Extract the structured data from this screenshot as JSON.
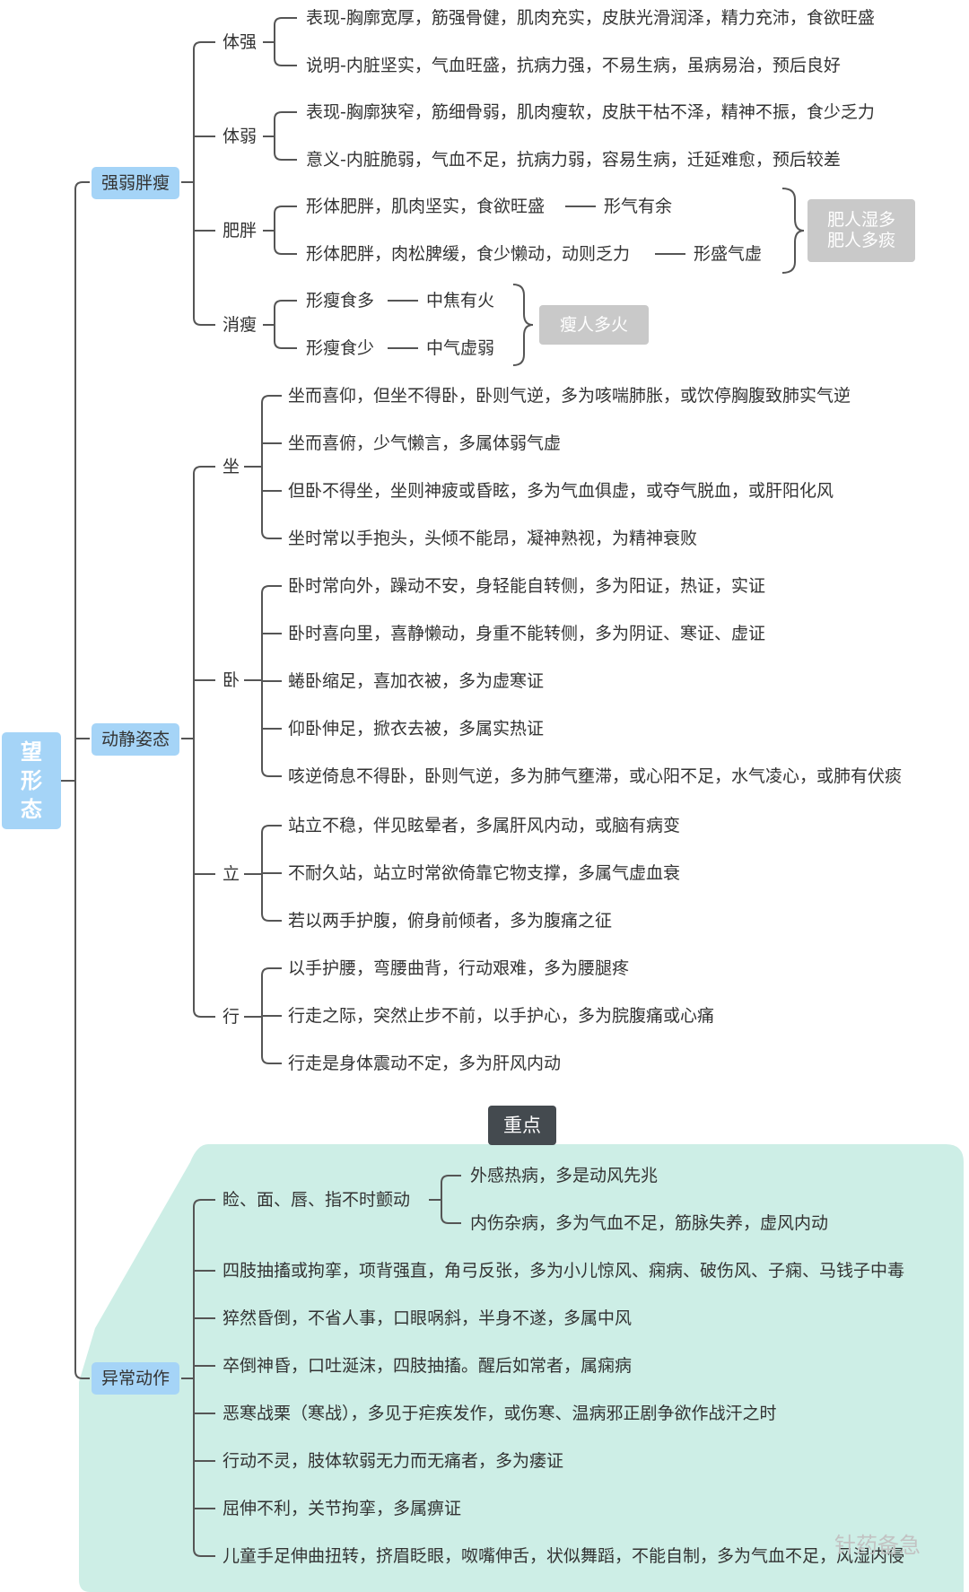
{
  "root": "望形态",
  "sections": [
    {
      "label": "强弱胖瘦",
      "children": [
        {
          "label": "体强",
          "items": [
            "表现-胸廓宽厚，筋强骨健，肌肉充实，皮肤光滑润泽，精力充沛，食欲旺盛",
            "说明-内脏坚实，气血旺盛，抗病力强，不易生病，虽病易治，预后良好"
          ]
        },
        {
          "label": "体弱",
          "items": [
            "表现-胸廓狭窄，筋细骨弱，肌肉瘦软，皮肤干枯不泽，精神不振，食少乏力",
            "意义-内脏脆弱，气血不足，抗病力弱，容易生病，迁延难愈，预后较差"
          ]
        },
        {
          "label": "肥胖",
          "pairs": [
            {
              "text": "形体肥胖，肌肉坚实，食欲旺盛",
              "result": "形气有余"
            },
            {
              "text": "形体肥胖，肉松脾缓，食少懒动，动则乏力",
              "result": "形盛气虚"
            }
          ],
          "summary": [
            "肥人湿多",
            "肥人多痰"
          ]
        },
        {
          "label": "消瘦",
          "pairs": [
            {
              "text": "形瘦食多",
              "result": "中焦有火"
            },
            {
              "text": "形瘦食少",
              "result": "中气虚弱"
            }
          ],
          "summary": [
            "瘦人多火"
          ]
        }
      ]
    },
    {
      "label": "动静姿态",
      "children": [
        {
          "label": "坐",
          "items": [
            "坐而喜仰，但坐不得卧，卧则气逆，多为咳喘肺胀，或饮停胸腹致肺实气逆",
            "坐而喜俯，少气懒言，多属体弱气虚",
            "但卧不得坐，坐则神疲或昏眩，多为气血俱虚，或夺气脱血，或肝阳化风",
            "坐时常以手抱头，头倾不能昂，凝神熟视，为精神衰败"
          ]
        },
        {
          "label": "卧",
          "items": [
            "卧时常向外，躁动不安，身轻能自转侧，多为阳证，热证，实证",
            "卧时喜向里，喜静懒动，身重不能转侧，多为阴证、寒证、虚证",
            "蜷卧缩足，喜加衣被，多为虚寒证",
            "仰卧伸足，掀衣去被，多属实热证",
            "咳逆倚息不得卧，卧则气逆，多为肺气壅滞，或心阳不足，水气凌心，或肺有伏痰"
          ]
        },
        {
          "label": "立",
          "items": [
            "站立不稳，伴见眩晕者，多属肝风内动，或脑有病变",
            "不耐久站，站立时常欲倚靠它物支撑，多属气虚血衰",
            "若以两手护腹，俯身前倾者，多为腹痛之征"
          ]
        },
        {
          "label": "行",
          "items": [
            "以手护腰，弯腰曲背，行动艰难，多为腰腿疼",
            "行走之际，突然止步不前，以手护心，多为脘腹痛或心痛",
            "行走是身体震动不定，多为肝风内动"
          ]
        }
      ]
    },
    {
      "label": "异常动作",
      "highlight_tag": "重点",
      "children": [
        {
          "label": "睑、面、唇、指不时颤动",
          "items": [
            "外感热病，多是动风先兆",
            "内伤杂病，多为气血不足，筋脉失养，虚风内动"
          ]
        },
        {
          "label": "四肢抽搐或拘挛，项背强直，角弓反张，多为小儿惊风、痫病、破伤风、子痫、马钱子中毒"
        },
        {
          "label": "猝然昏倒，不省人事，口眼㖞斜，半身不遂，多属中风"
        },
        {
          "label": "卒倒神昏，口吐涎沫，四肢抽搐。醒后如常者，属痫病"
        },
        {
          "label": "恶寒战栗（寒战），多见于疟疾发作，或伤寒、温病邪正剧争欲作战汗之时"
        },
        {
          "label": "行动不灵，肢体软弱无力而无痛者，多为痿证"
        },
        {
          "label": "屈伸不利，关节拘挛，多属痹证"
        },
        {
          "label": "儿童手足伸曲扭转，挤眉眨眼，呶嘴伸舌，状似舞蹈，不能自制，多为气血不足，风湿内侵"
        }
      ]
    }
  ],
  "watermark": "针药备急",
  "colors": {
    "root_fill": "#a5d4f7",
    "category_fill": "#a5d4f7",
    "summary_fill": "#c9c9c9",
    "highlight_area": "#cdeee6",
    "tag_fill": "#444a4f",
    "line": "#555555"
  }
}
